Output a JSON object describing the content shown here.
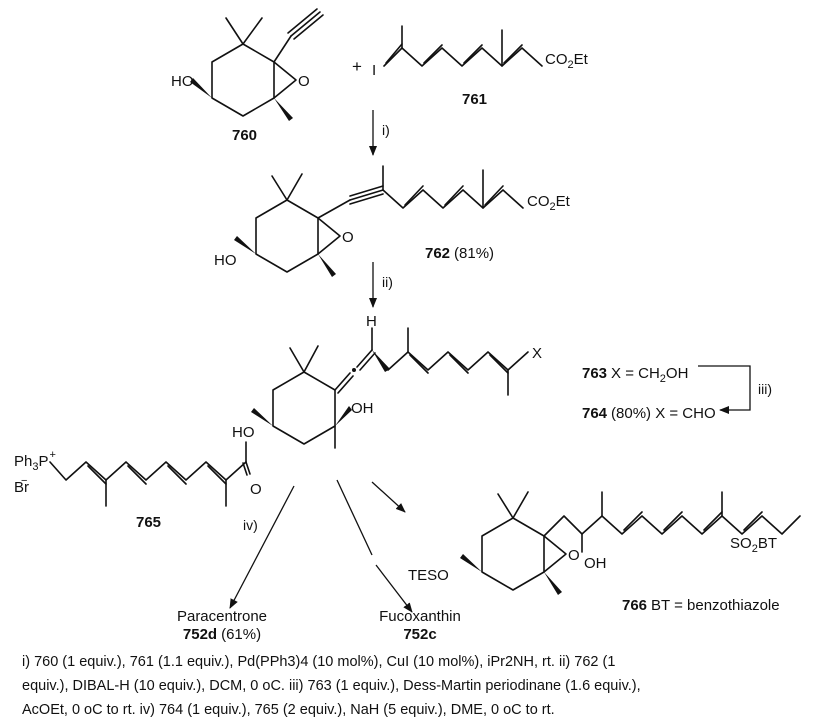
{
  "compounds": {
    "c760": "760",
    "c761": "761",
    "c762": "762",
    "c762_yield": "(81%)",
    "c763": "763",
    "c763_x": "X = CH",
    "c764": "764",
    "c764_x": "(80%) X = CHO",
    "c765": "765",
    "c766": "766",
    "c766_bt": "BT = benzothiazole",
    "paracentrone": "Paracentrone",
    "c752d": "752d",
    "c752d_yield": "(61%)",
    "fucoxanthin": "Fucoxanthin",
    "c752c": "752c"
  },
  "groups": {
    "ho": "HO",
    "oh": "OH",
    "i": "I",
    "co2et": "CO",
    "et": "Et",
    "h": "H",
    "x": "X",
    "ph3p": "Ph",
    "br": "Br",
    "o": "O",
    "teso": "TESO",
    "so2bt": "SO",
    "bt": "BT",
    "plus": "+"
  },
  "steps": {
    "i": "i)",
    "ii": "ii)",
    "iii": "iii)",
    "iv": "iv)"
  },
  "conditions": {
    "line1": "i) 760 (1 equiv.), 761 (1.1 equiv.), Pd(PPh3)4 (10 mol%), CuI (10 mol%), iPr2NH, rt. ii) 762 (1",
    "line2": "equiv.), DIBAL-H (10 equiv.), DCM, 0 oC. iii) 763 (1 equiv.), Dess-Martin periodinane (1.6 equiv.),",
    "line3": "AcOEt, 0 oC to rt. iv) 764 (1 equiv.), 765 (2 equiv.), NaH (5 equiv.), DME, 0 oC to rt."
  }
}
